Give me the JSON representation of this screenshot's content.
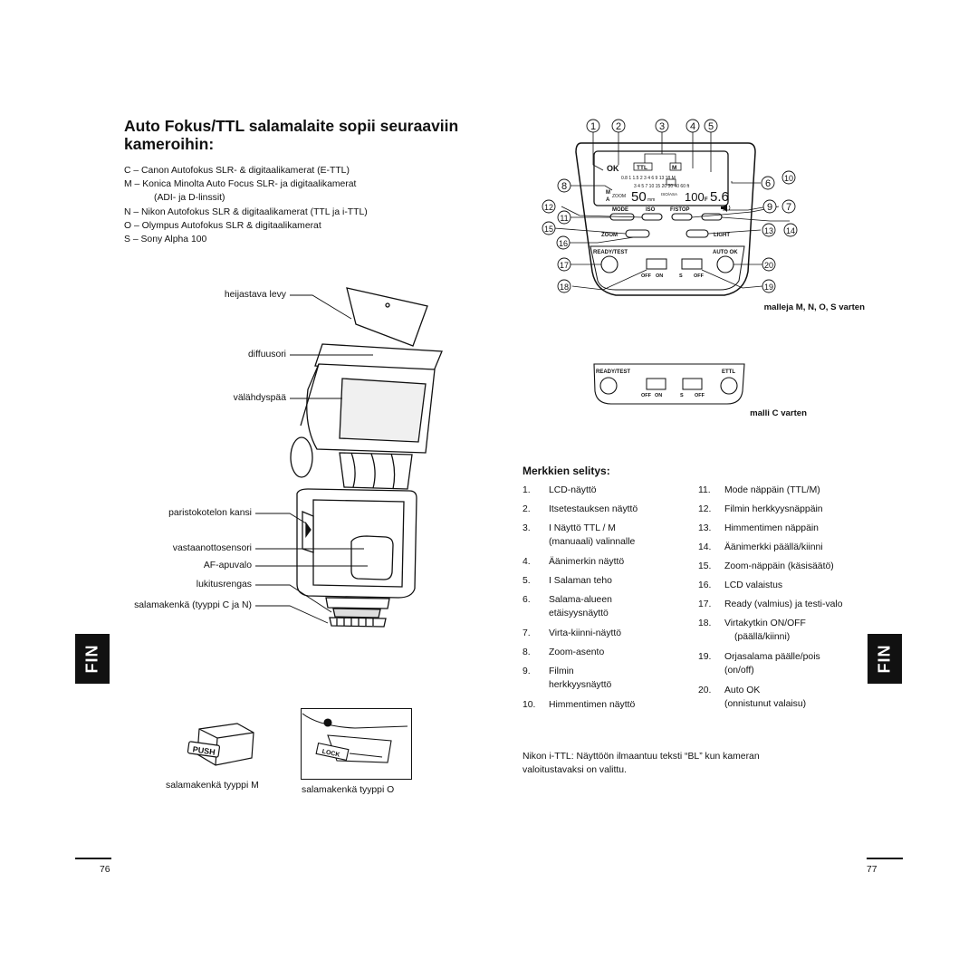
{
  "left_page": {
    "title": "Auto Fokus/TTL salamalaite sopii seuraaviin kameroihin:",
    "camera_list": [
      "C – Canon Autofokus SLR- & digitaalikamerat (E-TTL)",
      "M – Konica Minolta Auto Focus SLR- ja digitaalikamerat",
      "(ADI- ja D-linssit)",
      "N – Nikon Autofokus SLR & digitaalikamerat (TTL ja i-TTL)",
      "O – Olympus Autofokus SLR & digitaalikamerat",
      "S – Sony Alpha 100"
    ],
    "flash_labels": {
      "reflector": "heijastava levy",
      "diffuser": "diffuusori",
      "flash_head": "välähdyspää",
      "battery_cover": "paristokotelon kansi",
      "sensor": "vastaanottosensori",
      "af_light": "AF-apuvalo",
      "lock_ring": "lukitusrengas",
      "shoe": "salamakenkä (tyyppi C ja N)"
    },
    "shoe_m_caption": "salamakenkä tyyppi M",
    "shoe_o_caption": "salamakenkä tyyppi O",
    "push_label": "PUSH",
    "lock_label": "LOCK",
    "tab": "FIN",
    "page_number": "76"
  },
  "right_page": {
    "panel_mnos": {
      "callouts": [
        "1",
        "2",
        "3",
        "4",
        "5",
        "6",
        "7",
        "8",
        "9",
        "10",
        "11",
        "12",
        "13",
        "14",
        "15",
        "16",
        "17",
        "18",
        "19",
        "20"
      ],
      "lcd": {
        "ok": "OK",
        "ttl": "TTL",
        "m": "M",
        "scale_top": "0.8  1  1.5  2    3    4    6    9   13  18  M",
        "scale_bottom": "3    4    5    7   10  15  20  30  40  60  ft",
        "zoom_text": "ZOOM",
        "zoom_value": "50",
        "mm": "mm",
        "iso_label": "ISO/ASA",
        "iso_value": "100",
        "f_label": "F",
        "f_value": "5.6",
        "m_side": "M",
        "a_side": "A"
      },
      "buttons": {
        "mode": "MODE",
        "iso": "ISO",
        "fstop": "F/STOP",
        "zoom": "ZOOM",
        "light": "LIGHT",
        "ready_test": "READY/TEST",
        "auto_ok": "AUTO OK",
        "off": "OFF",
        "on": "ON",
        "s": "S"
      },
      "caption": "malleja M, N, O, S varten"
    },
    "panel_c": {
      "ready_test": "READY/TEST",
      "ettl": "ETTL",
      "off": "OFF",
      "on": "ON",
      "s": "S",
      "caption": "malli C varten"
    },
    "legend_heading": "Merkkien selitys:",
    "legend_left": [
      {
        "n": "1.",
        "t": "LCD-näyttö"
      },
      {
        "n": "2.",
        "t": "Itsetestauksen näyttö"
      },
      {
        "n": "3.",
        "t": "I Näyttö TTL / M"
      },
      {
        "n": "",
        "t": "(manuaali) valinnalle"
      },
      {
        "n": "4.",
        "t": "Äänimerkin näyttö"
      },
      {
        "n": "5.",
        "t": "I Salaman teho"
      },
      {
        "n": "6.",
        "t": "Salama-alueen"
      },
      {
        "n": "",
        "t": "etäisyysnäyttö"
      },
      {
        "n": "7.",
        "t": "Virta-kiinni-näyttö"
      },
      {
        "n": "8.",
        "t": "Zoom-asento"
      },
      {
        "n": "9.",
        "t": "Filmin"
      },
      {
        "n": "",
        "t": "herkkyysnäyttö"
      },
      {
        "n": "10.",
        "t": "Himmentimen näyttö"
      }
    ],
    "legend_right": [
      {
        "n": "11.",
        "t": "Mode näppäin  (TTL/M)"
      },
      {
        "n": "12.",
        "t": "Filmin herkkyysnäppäin"
      },
      {
        "n": "13.",
        "t": "Himmentimen näppäin"
      },
      {
        "n": "14.",
        "t": "Äänimerkki päällä/kiinni"
      },
      {
        "n": "15.",
        "t": "Zoom-näppäin (käsisäätö)"
      },
      {
        "n": "16.",
        "t": "LCD valaistus"
      },
      {
        "n": "17.",
        "t": "Ready (valmius) ja testi-valo"
      },
      {
        "n": "18.",
        "t": "Virtakytkin ON/OFF"
      },
      {
        "n": "",
        "t": "(päällä/kiinni)"
      },
      {
        "n": "19.",
        "t": "Orjasalama päälle/pois"
      },
      {
        "n": "",
        "t": "(on/off)"
      },
      {
        "n": "20.",
        "t": "Auto OK"
      },
      {
        "n": "",
        "t": "(onnistunut valaisu)"
      }
    ],
    "note": "Nikon i-TTL: Näyttöön ilmaantuu teksti “BL” kun kameran valoitustavaksi on valittu.",
    "tab": "FIN",
    "page_number": "77"
  }
}
